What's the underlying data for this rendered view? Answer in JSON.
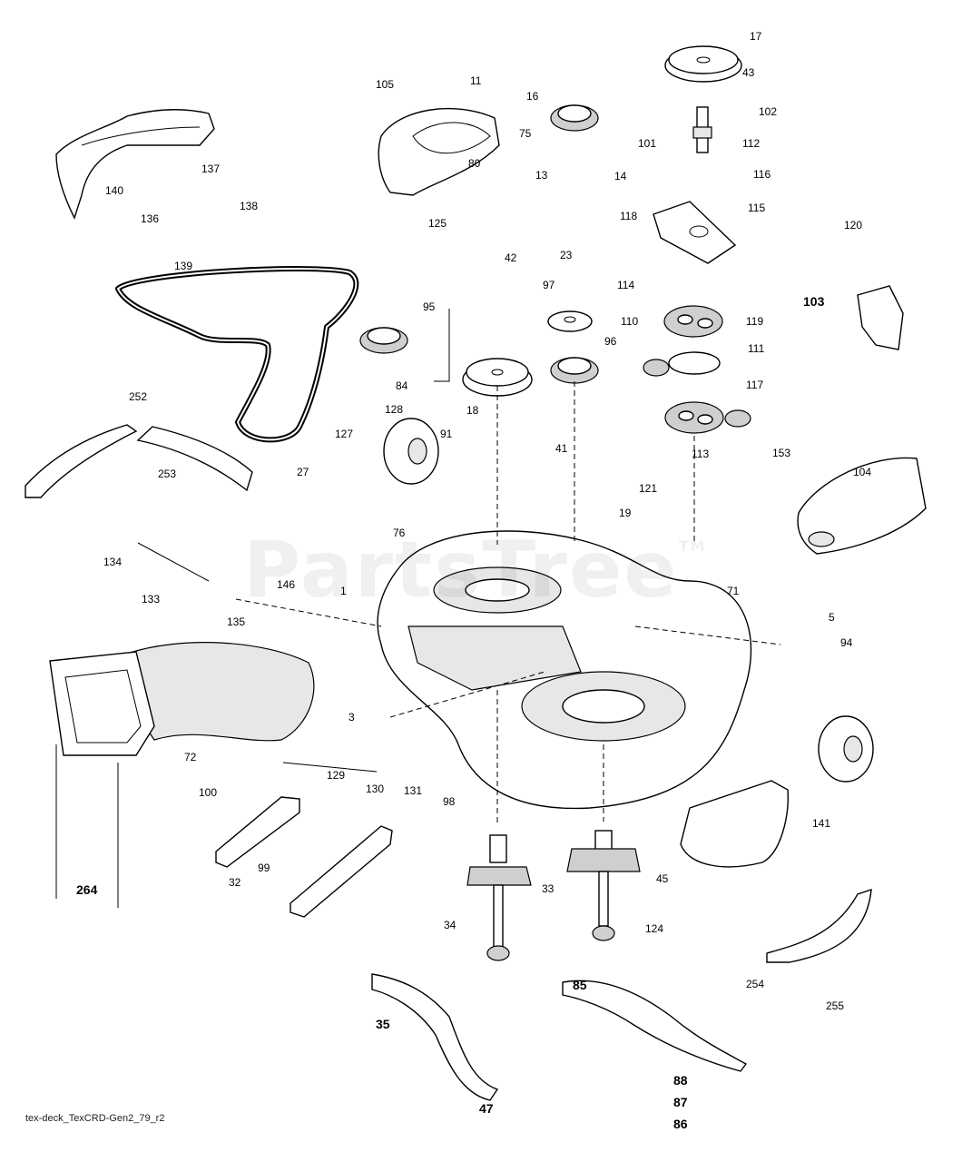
{
  "watermark": "PartsTree",
  "watermark_tm": "TM",
  "caption": "tex-deck_TexCRD-Gen2_79_r2",
  "callouts": [
    "17",
    "43",
    "102",
    "112",
    "101",
    "116",
    "11",
    "16",
    "75",
    "14",
    "13",
    "80",
    "105",
    "140",
    "137",
    "136",
    "139",
    "138",
    "125",
    "42",
    "95",
    "118",
    "115",
    "120",
    "114",
    "23",
    "97",
    "96",
    "119",
    "110",
    "111",
    "103",
    "117",
    "113",
    "121",
    "19",
    "153",
    "104",
    "128",
    "91",
    "127",
    "41",
    "76",
    "1",
    "71",
    "5",
    "94",
    "3",
    "72",
    "129",
    "130",
    "131",
    "98",
    "100",
    "99",
    "32",
    "33",
    "34",
    "35",
    "45",
    "124",
    "85",
    "88",
    "87",
    "86",
    "47",
    "254",
    "255",
    "141",
    "264",
    "134",
    "133",
    "146",
    "135",
    "252",
    "253",
    "27",
    "84",
    "18"
  ]
}
